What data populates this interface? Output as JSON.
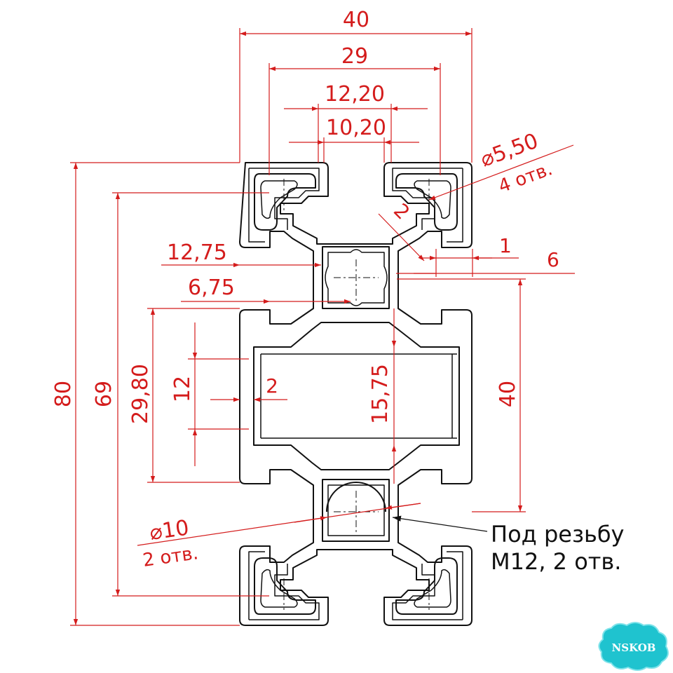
{
  "colors": {
    "dimension": "#d41c1c",
    "outline": "#111111",
    "background": "#ffffff",
    "logo": "#1fc3cf"
  },
  "dimensions": {
    "width_40": "40",
    "slot_29": "29",
    "slot_12_20": "12,20",
    "slot_10_20": "10,20",
    "hole_5_50": "⌀5,50",
    "holes_4": "4 отв.",
    "wall_2_top": "2",
    "left_12_75": "12,75",
    "right_1": "1",
    "right_6": "6",
    "left_6_75": "6,75",
    "height_80": "80",
    "height_69": "69",
    "height_29_80": "29,80",
    "height_12": "12",
    "wall_2_mid": "2",
    "height_15_75": "15,75",
    "height_40": "40",
    "hole_10": "⌀10",
    "holes_2": "2 отв."
  },
  "note": {
    "line1": "Под резьбу",
    "line2": "M12, 2 отв."
  },
  "logo": {
    "text": "NSKOB"
  }
}
